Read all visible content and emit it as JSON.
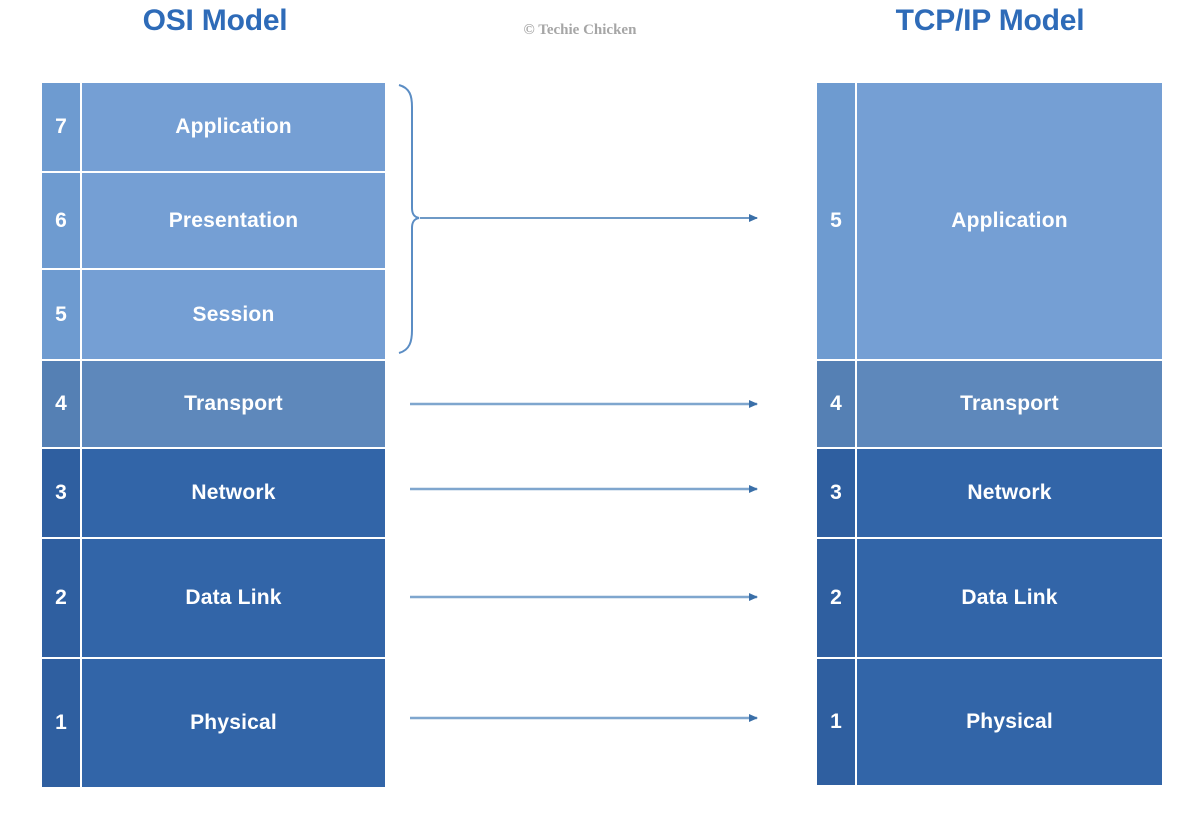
{
  "titles": {
    "osi": "OSI Model",
    "tcpip": "TCP/IP Model"
  },
  "credit": "© Techie Chicken",
  "colors": {
    "title_blue": "#2E6BB8",
    "light_blue": "#759FD4",
    "mid_blue": "#5E88BB",
    "dark_blue": "#3265A8",
    "arrow_blue": "#3A6FA8",
    "arrow_shaft": "#7FA6CE",
    "credit_gray": "#A6A6A6",
    "background": "#FFFFFF"
  },
  "osi_model": {
    "layers": [
      {
        "number": "7",
        "name": "Application",
        "tone": "light"
      },
      {
        "number": "6",
        "name": "Presentation",
        "tone": "light"
      },
      {
        "number": "5",
        "name": "Session",
        "tone": "light"
      },
      {
        "number": "4",
        "name": "Transport",
        "tone": "mid"
      },
      {
        "number": "3",
        "name": "Network",
        "tone": "dark"
      },
      {
        "number": "2",
        "name": "Data Link",
        "tone": "dark"
      },
      {
        "number": "1",
        "name": "Physical",
        "tone": "dark"
      }
    ]
  },
  "tcpip_model": {
    "layers": [
      {
        "number": "5",
        "name": "Application",
        "tone": "light"
      },
      {
        "number": "4",
        "name": "Transport",
        "tone": "mid"
      },
      {
        "number": "3",
        "name": "Network",
        "tone": "dark"
      },
      {
        "number": "2",
        "name": "Data Link",
        "tone": "dark"
      },
      {
        "number": "1",
        "name": "Physical",
        "tone": "dark"
      }
    ]
  },
  "mappings": [
    {
      "from": "OSI 7-6-5 Application/Presentation/Session",
      "to": "TCP/IP 5 Application",
      "grouped": true
    },
    {
      "from": "OSI 4 Transport",
      "to": "TCP/IP 4 Transport",
      "grouped": false
    },
    {
      "from": "OSI 3 Network",
      "to": "TCP/IP 3 Network",
      "grouped": false
    },
    {
      "from": "OSI 2 Data Link",
      "to": "TCP/IP 2 Data Link",
      "grouped": false
    },
    {
      "from": "OSI 1 Physical",
      "to": "TCP/IP 1 Physical",
      "grouped": false
    }
  ]
}
